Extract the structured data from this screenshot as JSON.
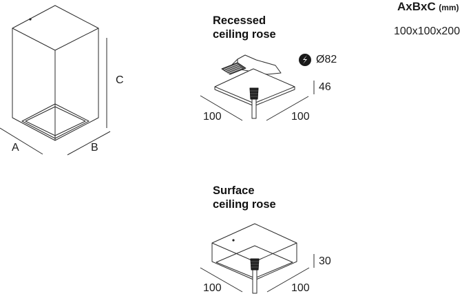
{
  "header": {
    "formula": "AxBxC",
    "unit": "(mm)",
    "dimensions": "100x100x200"
  },
  "fixture": {
    "label_a": "A",
    "label_b": "B",
    "label_c": "C"
  },
  "recessed": {
    "title_line1": "Recessed",
    "title_line2": "ceiling rose",
    "diameter_icon": "cut-hole-icon",
    "diameter": "Ø82",
    "height": "46",
    "width_left": "100",
    "width_right": "100"
  },
  "surface": {
    "title_line1": "Surface",
    "title_line2": "ceiling rose",
    "height": "30",
    "width_left": "100",
    "width_right": "100"
  },
  "colors": {
    "line": "#2a2a2a",
    "fill": "#ffffff",
    "dark": "#222222"
  }
}
